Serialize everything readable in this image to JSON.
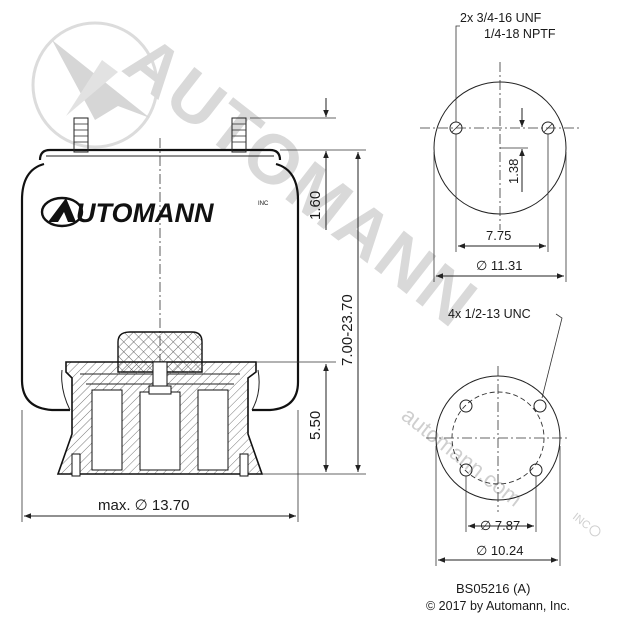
{
  "drawing": {
    "part_number": "BS05216 (A)",
    "copyright": "© 2017 by Automann, Inc."
  },
  "logo": {
    "text": "UTOMANN",
    "mark_letter": "A",
    "suffix": "INC"
  },
  "watermark": {
    "big": "AUTOMANN",
    "url": "automann.com",
    "suffix": "INC"
  },
  "side_view": {
    "overall_diameter": "max. ∅ 13.70",
    "height_range": "7.00-23.70",
    "top_height": "1.60",
    "piston_height": "5.50"
  },
  "top_plate": {
    "thread_note_line1": "2x 3/4-16 UNF",
    "thread_note_line2": "1/4-18 NPTF",
    "offset": "1.38",
    "stud_spacing": "7.75",
    "diameter": "∅ 11.31"
  },
  "bottom_plate": {
    "thread_note": "4x 1/2-13 UNC",
    "bolt_circle": "∅ 7.87",
    "diameter": "∅ 10.24"
  },
  "colors": {
    "line": "#222222",
    "watermark": "#d9d9d9",
    "background": "#ffffff"
  }
}
